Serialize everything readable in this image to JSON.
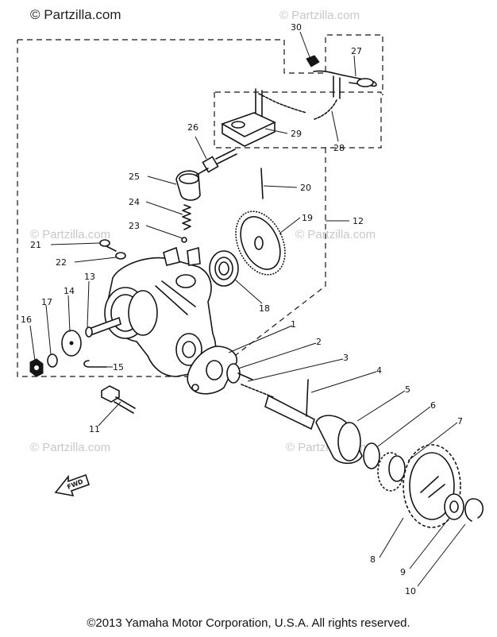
{
  "watermarks": {
    "top_left": "© Partzilla.com",
    "repeat": "© Partzilla.com"
  },
  "callouts": [
    "1",
    "2",
    "3",
    "4",
    "5",
    "6",
    "7",
    "8",
    "9",
    "10",
    "11",
    "12",
    "13",
    "14",
    "15",
    "16",
    "17",
    "18",
    "19",
    "20",
    "21",
    "22",
    "23",
    "24",
    "25",
    "26",
    "27",
    "28",
    "29",
    "30"
  ],
  "fwd_label": "FWD",
  "footer": {
    "copyright": "©2013 Yamaha Motor Corporation, U.S.A. All rights reserved."
  }
}
